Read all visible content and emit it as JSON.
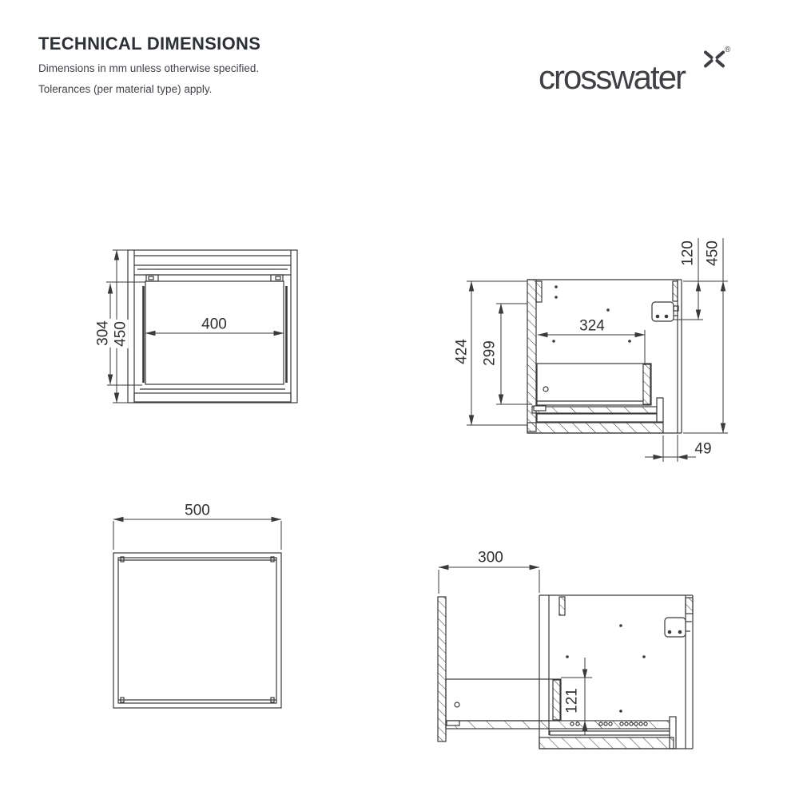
{
  "header": {
    "title": "TECHNICAL DIMENSIONS",
    "subtitle_line1": "Dimensions in mm unless otherwise specified.",
    "subtitle_line2": "Tolerances (per material type) apply."
  },
  "logo": {
    "text": "crosswater",
    "registered": "®"
  },
  "colors": {
    "line": "#3a3a3a",
    "heading_text": "#2d3035",
    "body_text": "#40444a",
    "background": "#ffffff"
  },
  "drawings": {
    "front_view": {
      "dims": {
        "opening_width": "400",
        "opening_height": "304",
        "overall_height": "450"
      }
    },
    "side_section": {
      "dims": {
        "internal_height": "424",
        "drawer_zone_height": "299",
        "internal_depth": "324",
        "bracket_drop": "120",
        "overall_height": "450",
        "plinth_recess": "49"
      }
    },
    "plan_view": {
      "dims": {
        "overall_width": "500"
      }
    },
    "side_section_open": {
      "dims": {
        "drawer_extension": "300",
        "drawer_internal_height": "121"
      }
    }
  }
}
